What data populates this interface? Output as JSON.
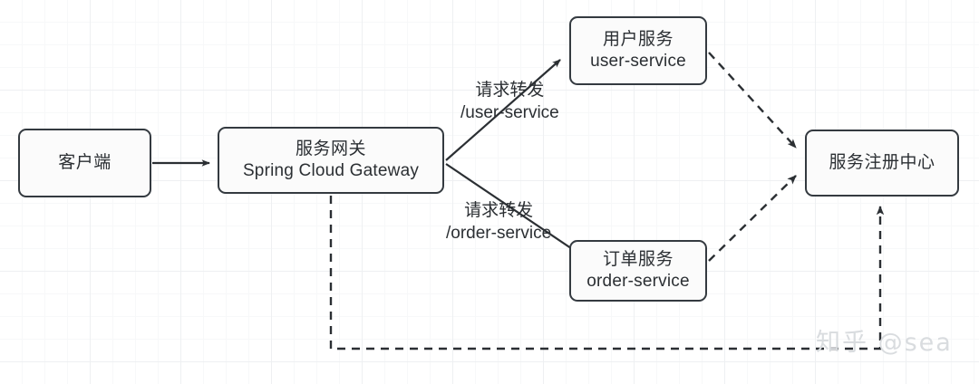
{
  "diagram": {
    "title": "Spring Cloud Gateway microservice routing diagram",
    "background": {
      "grid_minor_color": "#f7f8f9",
      "grid_major_color": "#eef0f2",
      "page_color": "#ffffff"
    },
    "node_style": {
      "border_color": "#343a40",
      "fill_color": "#fbfbfb",
      "text_color": "#2b2f33"
    },
    "nodes": [
      {
        "id": "client",
        "cn": "客户端",
        "en": ""
      },
      {
        "id": "gateway",
        "cn": "服务网关",
        "en": "Spring Cloud Gateway"
      },
      {
        "id": "user",
        "cn": "用户服务",
        "en": "user-service"
      },
      {
        "id": "order",
        "cn": "订单服务",
        "en": "order-service"
      },
      {
        "id": "registry",
        "cn": "服务注册中心",
        "en": ""
      }
    ],
    "edge_labels": [
      {
        "id": "to-user",
        "line1": "请求转发",
        "line2": "/user-service"
      },
      {
        "id": "to-order",
        "line1": "请求转发",
        "line2": "/order-service"
      }
    ],
    "edges": [
      {
        "from": "client",
        "to": "gateway",
        "style": "solid"
      },
      {
        "from": "gateway",
        "to": "user",
        "style": "solid"
      },
      {
        "from": "gateway",
        "to": "order",
        "style": "solid"
      },
      {
        "from": "user",
        "to": "registry",
        "style": "dashed"
      },
      {
        "from": "order",
        "to": "registry",
        "style": "dashed"
      },
      {
        "from": "gateway",
        "to": "registry",
        "style": "dashed"
      }
    ],
    "watermark": "知乎 @sea"
  }
}
